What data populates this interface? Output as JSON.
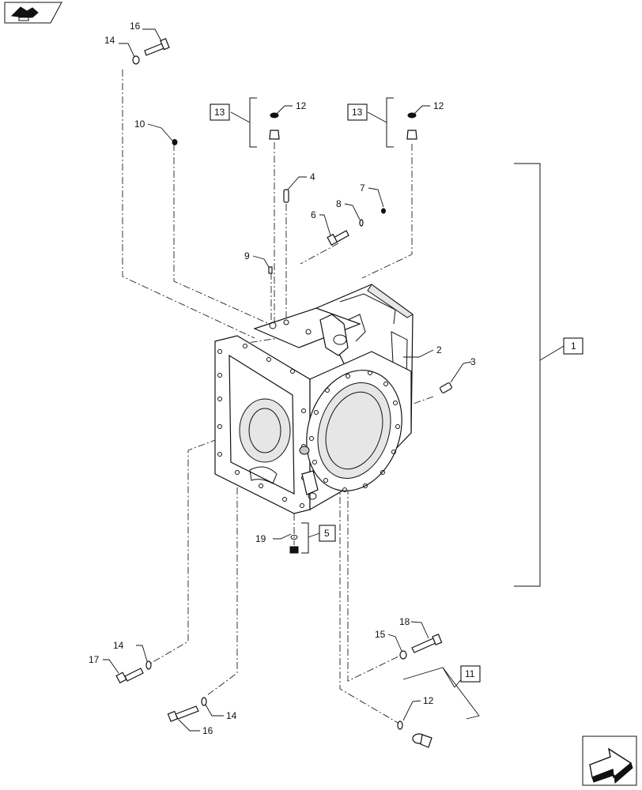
{
  "callouts": {
    "c1": "1",
    "c2": "2",
    "c3": "3",
    "c4": "4",
    "c5": "5",
    "c6": "6",
    "c7": "7",
    "c8": "8",
    "c9": "9",
    "c10": "10",
    "c11": "11",
    "c12a": "12",
    "c12b": "12",
    "c12c": "12",
    "c13a": "13",
    "c13b": "13",
    "c14a": "14",
    "c14b": "14",
    "c14c": "14",
    "c15": "15",
    "c16a": "16",
    "c16b": "16",
    "c17": "17",
    "c18": "18",
    "c19": "19"
  },
  "icons": {
    "top_left": "book-nav-icon",
    "bottom_right": "next-arrow-icon"
  }
}
